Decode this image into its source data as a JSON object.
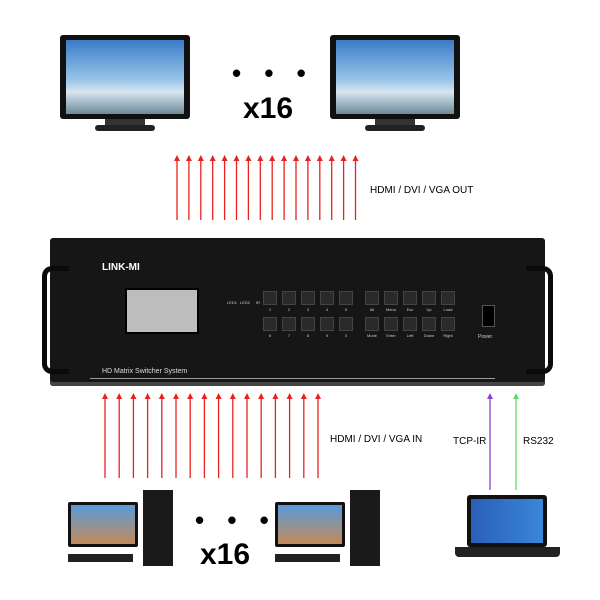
{
  "outputs": {
    "dots": "• • •",
    "count": "x16",
    "label": "HDMI / DVI / VGA OUT",
    "arrow_count": 16,
    "arrow_color": "#e8231f"
  },
  "inputs": {
    "dots": "• • •",
    "count": "x16",
    "label": "HDMI / DVI / VGA IN",
    "arrow_count": 16,
    "arrow_color": "#e8231f"
  },
  "control": {
    "tcp_ir": "TCP-IR",
    "tcp_ir_color": "#8e3fd6",
    "rs232": "RS232",
    "rs232_color": "#5fdc6a"
  },
  "device": {
    "brand": "LINK-MI",
    "title": "HD Matrix Switcher System",
    "leds": [
      "LED1",
      "LED2",
      "IR"
    ],
    "number_buttons": [
      "1",
      "2",
      "3",
      "4",
      "5",
      "6",
      "7",
      "8",
      "9",
      "0"
    ],
    "function_buttons": [
      "All",
      "Menu",
      "Esc",
      "Up",
      "Load",
      "Mode",
      "Enter",
      "Left",
      "Down",
      "Right"
    ],
    "power": "Power"
  }
}
